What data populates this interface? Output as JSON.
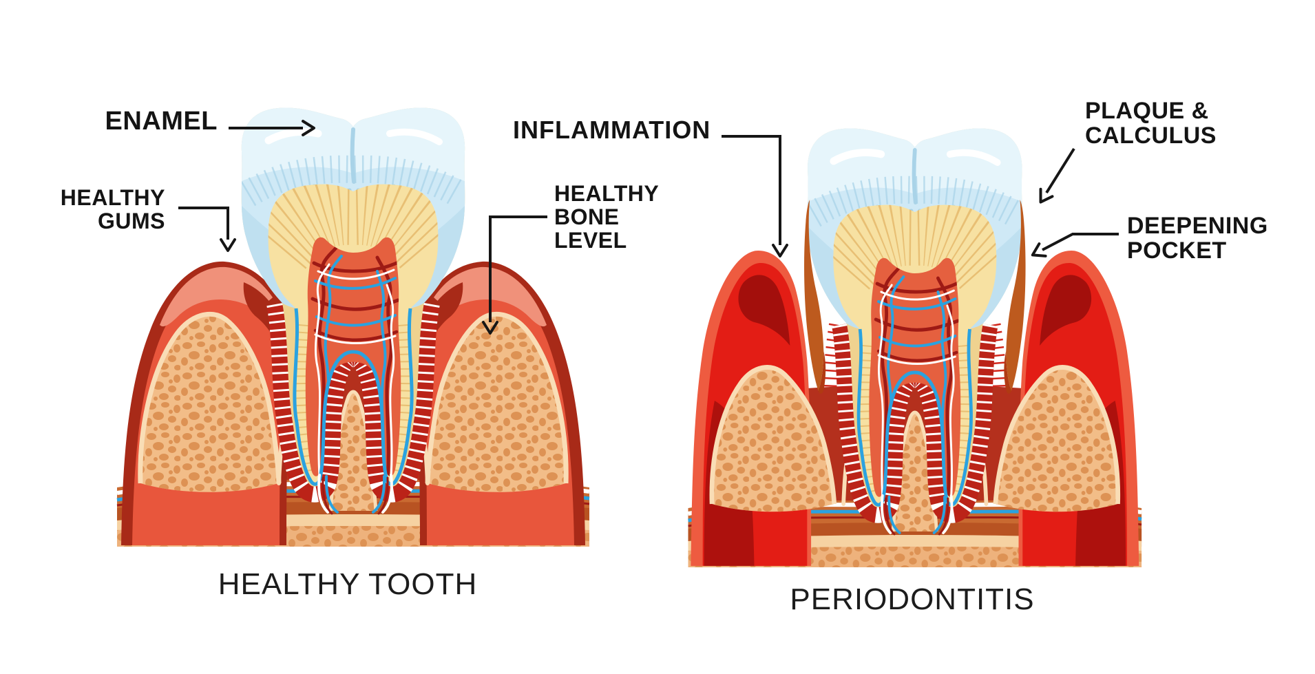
{
  "figure": {
    "description": "Dental comparison diagram of a healthy tooth cross-section versus periodontitis",
    "panels": [
      {
        "id": "healthy",
        "title": "HEALTHY TOOTH",
        "labels": [
          {
            "id": "enamel",
            "text": "ENAMEL"
          },
          {
            "id": "healthy-gums",
            "text": "HEALTHY\nGUMS"
          },
          {
            "id": "healthy-bone-level",
            "text": "HEALTHY\nBONE\nLEVEL"
          }
        ]
      },
      {
        "id": "periodontitis",
        "title": "PERIODONTITIS",
        "labels": [
          {
            "id": "inflammation",
            "text": "INFLAMMATION"
          },
          {
            "id": "plaque-calculus",
            "text": "PLAQUE &\nCALCULUS"
          },
          {
            "id": "deepening-pocket",
            "text": "DEEPENING\nPOCKET"
          }
        ]
      }
    ],
    "colors": {
      "label_ink": "#161616",
      "enamel": "#cfe9f6",
      "enamel_light": "#e6f5fb",
      "enamel_mid": "#bfe0f0",
      "enamel_streak": "#a9d3e8",
      "dentin": "#f7e1a2",
      "dentin_deep": "#efd28f",
      "dentin_hatch": "#e5b96c",
      "pulp": "#e5603f",
      "vessel_red": "#9e1a15",
      "vessel_blue": "#2aa2e0",
      "vessel_white": "#ffffff",
      "ligament": "#bb2318",
      "gum": "#e8563c",
      "gum_dark": "#a82a18",
      "gum_light": "#f0917a",
      "gum_inflamed": "#e31d15",
      "gum_inflamed_dark": "#a30f0c",
      "gum_inflamed_light": "#ee5b40",
      "bone_cream": "#f9ddb6",
      "bone_fill": "#f2bd88",
      "pebble": "#dd9254",
      "base_dark": "#b4301d",
      "base_orange": "#c96a31",
      "base_orange_dark": "#b85322",
      "strata_cream": "#f6d2a2",
      "strata_tan": "#eeb27c",
      "plaque": "#bd5a1e",
      "plaque_dark": "#b03a12",
      "pocket_tick": "#d2271c"
    }
  }
}
